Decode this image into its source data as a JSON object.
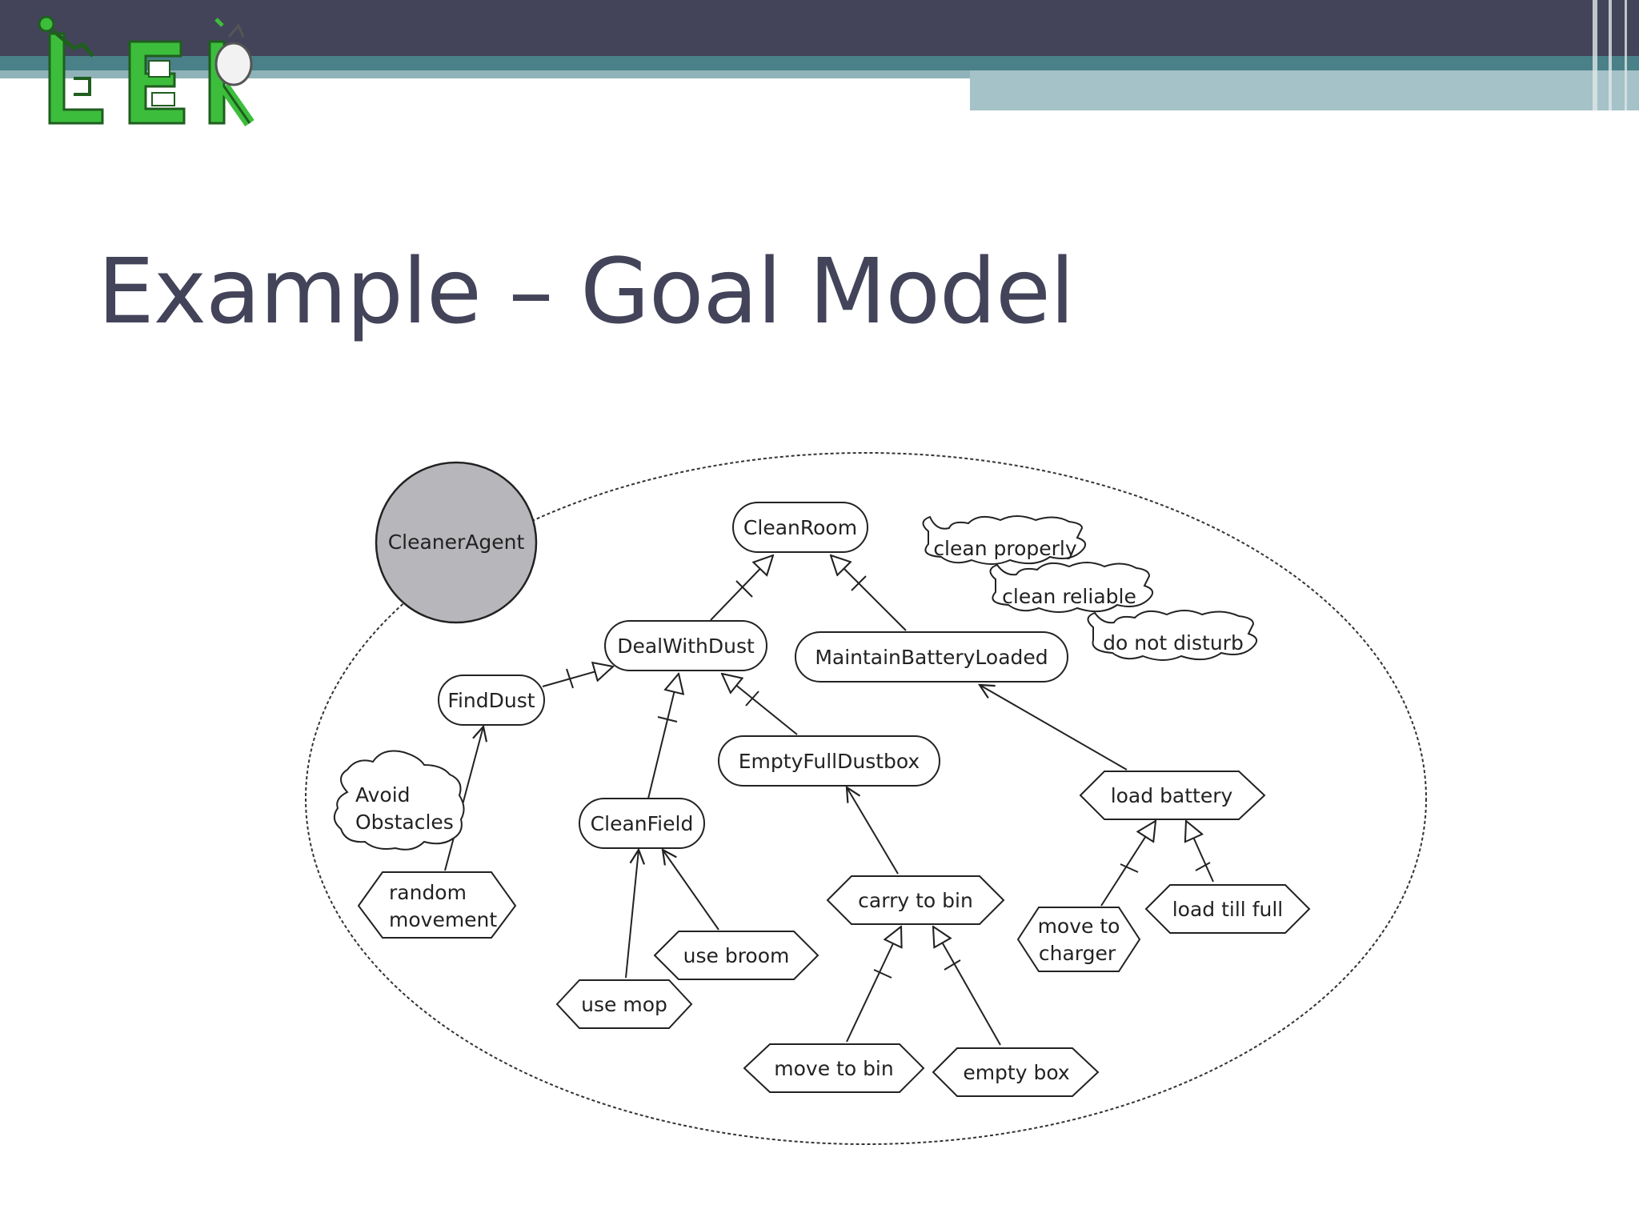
{
  "slide": {
    "title": "Example – Goal Model",
    "logo_letters": "LEK",
    "colors": {
      "header_dark": "#43445a",
      "header_teal": "#4a8088",
      "header_light": "#a4c2c7",
      "logo_green": "#3cbe3c",
      "title_text": "#43445a",
      "agent_fill": "#b7b6ba"
    }
  },
  "diagram": {
    "agent": {
      "label": "CleanerAgent"
    },
    "goals": {
      "clean_room": "CleanRoom",
      "deal_with_dust": "DealWithDust",
      "maintain_battery": "MaintainBatteryLoaded",
      "find_dust": "FindDust",
      "empty_full_dustbox": "EmptyFullDustbox",
      "clean_field": "CleanField"
    },
    "qualities": {
      "clean_properly": "clean properly",
      "clean_reliable": "clean reliable",
      "do_not_disturb": "do not disturb",
      "avoid_obstacles_1": "Avoid",
      "avoid_obstacles_2": "Obstacles"
    },
    "tasks": {
      "random_movement_1": "random",
      "random_movement_2": "movement",
      "use_broom": "use broom",
      "use_mop": "use mop",
      "carry_to_bin": "carry to bin",
      "move_to_bin": "move to bin",
      "empty_box": "empty box",
      "load_battery": "load battery",
      "move_to_charger_1": "move to",
      "move_to_charger_2": "charger",
      "load_till_full": "load till full"
    }
  }
}
